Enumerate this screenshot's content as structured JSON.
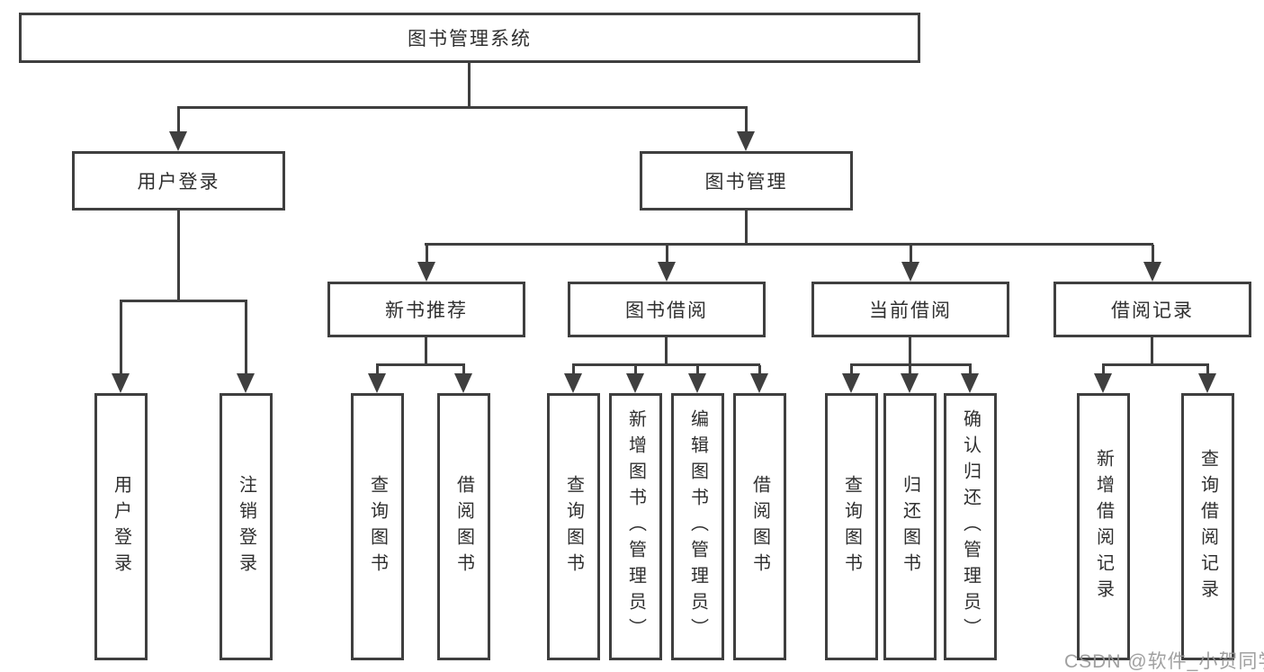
{
  "diagram": {
    "root": "图书管理系统",
    "branches": [
      {
        "label": "用户登录",
        "children": [
          "用户登录",
          "注销登录"
        ]
      },
      {
        "label": "图书管理",
        "sections": [
          {
            "label": "新书推荐",
            "children": [
              "查询图书",
              "借阅图书"
            ]
          },
          {
            "label": "图书借阅",
            "children": [
              "查询图书",
              "新增图书（管理员）",
              "编辑图书（管理员）",
              "借阅图书"
            ]
          },
          {
            "label": "当前借阅",
            "children": [
              "查询图书",
              "归还图书",
              "确认归还（管理员）"
            ]
          },
          {
            "label": "借阅记录",
            "children": [
              "新增借阅记录",
              "查询借阅记录"
            ]
          }
        ]
      }
    ]
  },
  "watermark": "CSDN @软件_小贺同学",
  "colors": {
    "line": "#3f3f3f",
    "text": "#2f2f2f",
    "box_fill": "#ffffff",
    "watermark": "#969696",
    "background": "#ffffff"
  }
}
